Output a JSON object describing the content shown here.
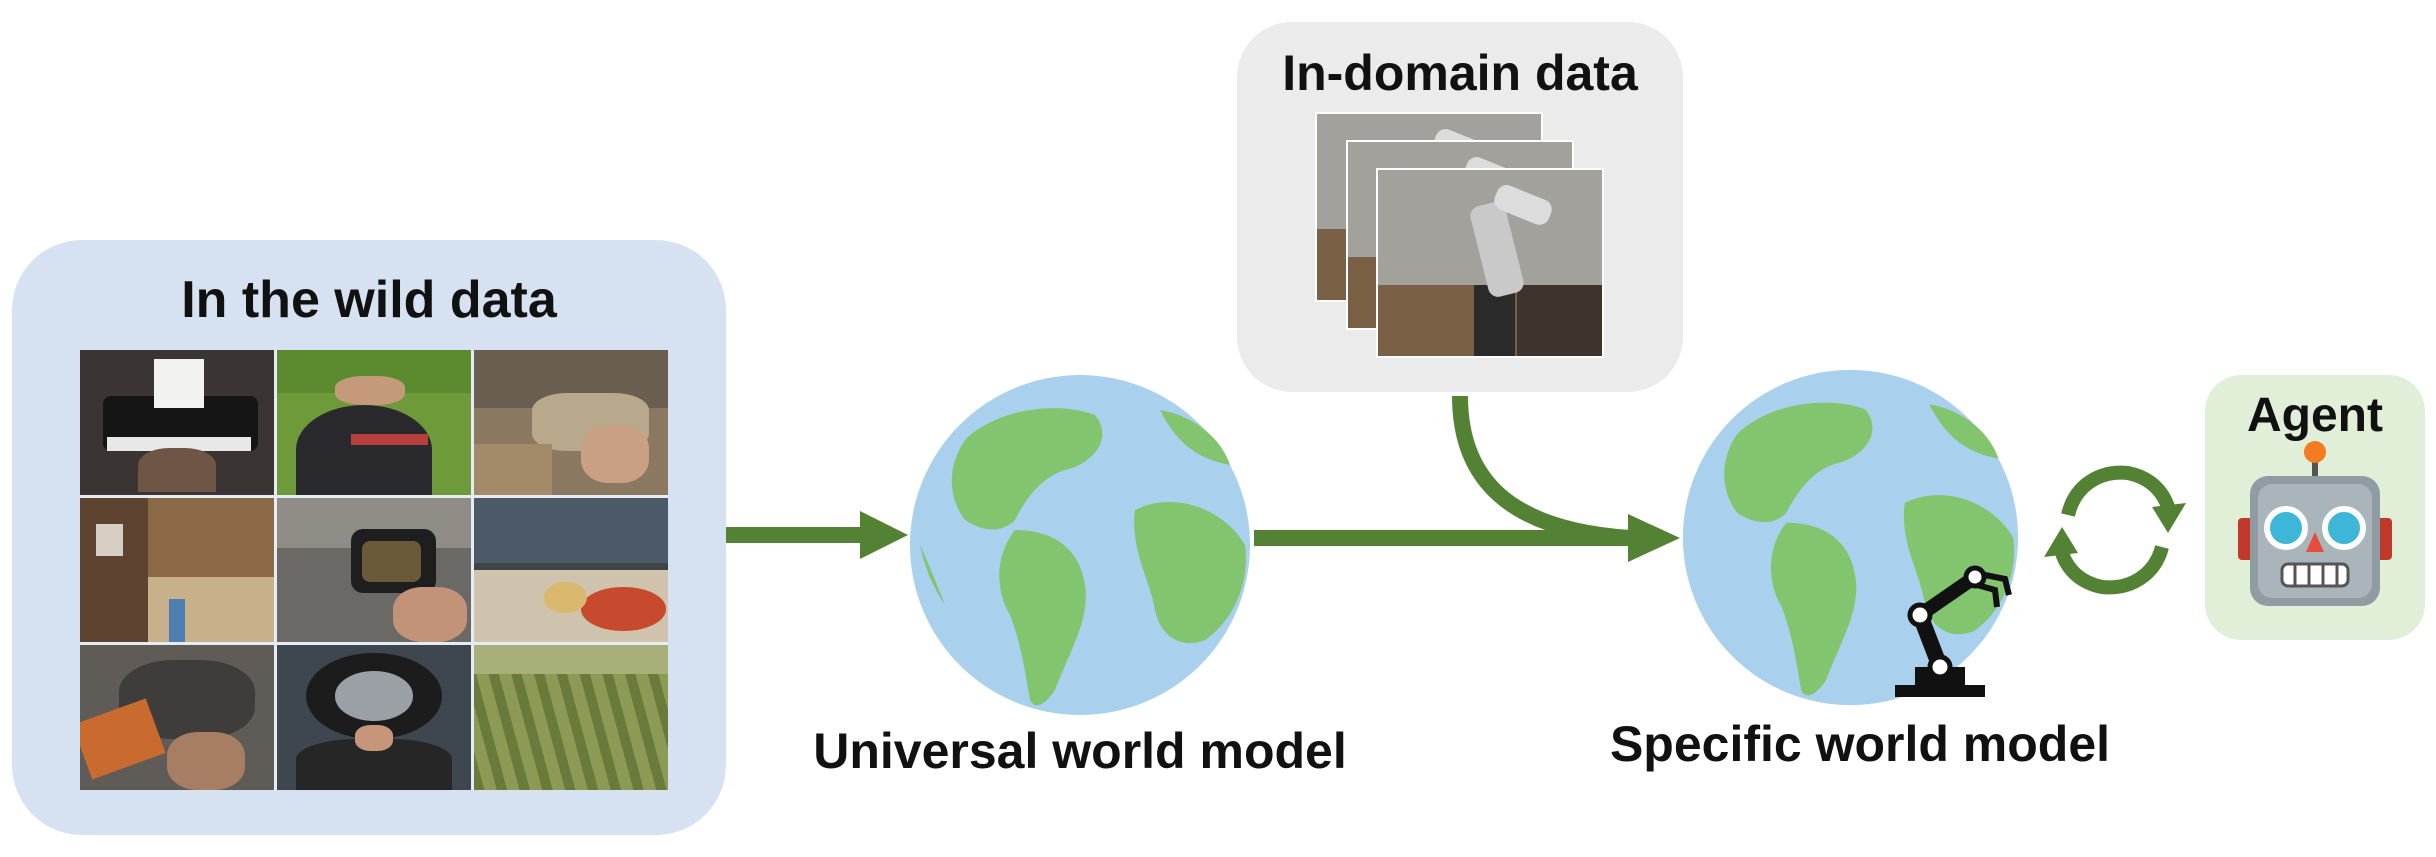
{
  "wild": {
    "title": "In the wild data",
    "tiles": [
      "piano",
      "grass-field",
      "kitchen-counter",
      "hallway",
      "cooking-pan",
      "dining-table",
      "car-engine",
      "car-wheel",
      "vineyard"
    ]
  },
  "domain": {
    "title": "In-domain data",
    "frames": [
      "robot-frame-back",
      "robot-frame-middle",
      "robot-frame-front"
    ]
  },
  "universal": {
    "label": "Universal world model"
  },
  "specific": {
    "label": "Specific world model"
  },
  "agent": {
    "title": "Agent"
  },
  "colors": {
    "arrow": "#548235",
    "ocean": "#a9d0ec",
    "land": "#82c56e",
    "wild_box": "#d6e1f1",
    "domain_box": "#ebebeb",
    "agent_box": "#e1efd9"
  }
}
